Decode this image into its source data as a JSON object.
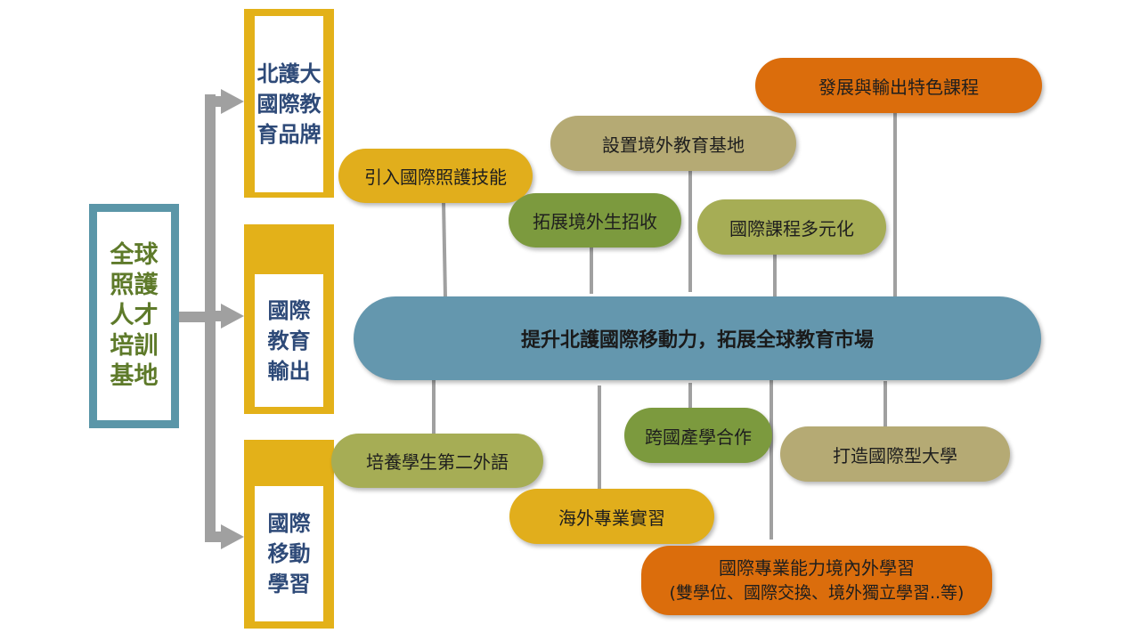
{
  "root": {
    "label": "全球照護人才培訓基地"
  },
  "goals": [
    {
      "label": "北護大國際教育品牌"
    },
    {
      "label": "國際教育輸出"
    },
    {
      "label": "國際移動學習"
    }
  ],
  "center": {
    "label": "提升北護國際移動力，拓展全球教育市場"
  },
  "strategies_top": [
    {
      "label": "發展與輸出特色課程"
    },
    {
      "label": "設置境外教育基地"
    },
    {
      "label": "引入國際照護技能"
    },
    {
      "label": "拓展境外生招收"
    },
    {
      "label": "國際課程多元化"
    }
  ],
  "strategies_bottom": [
    {
      "label": "培養學生第二外語"
    },
    {
      "label": "跨國產學合作"
    },
    {
      "label": "打造國際型大學"
    },
    {
      "label": "海外專業實習"
    },
    {
      "label": "國際專業能力境內外學習",
      "sub": "(雙學位、國際交換、境外獨立學習..等)"
    }
  ],
  "colors": {
    "root_border": "#5b96a8",
    "goal_border": "#e3b119",
    "center": "#6497ae",
    "yellow": "#e1ae1c",
    "olive_dark": "#7c9a3e",
    "olive_light": "#a6ad55",
    "khaki": "#b5aa74",
    "orange": "#db6d0c",
    "connector": "#a0a0a0"
  }
}
